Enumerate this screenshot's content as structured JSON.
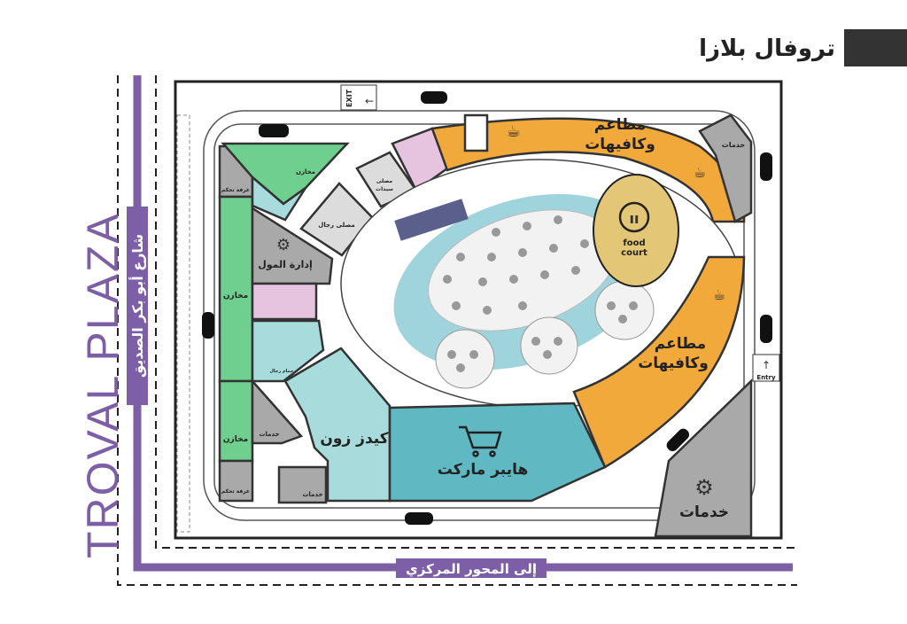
{
  "header": {
    "title": "تروفال بلازا"
  },
  "brand": "TROVAL PLAZA",
  "streets": {
    "left": "شارع أبو بكر الصديق",
    "bottom": "إلى المحور المركزي"
  },
  "gates": {
    "exit": "EXIT",
    "entry": "Entry"
  },
  "zones": {
    "restaurants_top": [
      "مطاعم",
      "وكافيهات"
    ],
    "restaurants_right": [
      "مطاعم",
      "وكافيهات"
    ],
    "services_top": "خدمات",
    "services_big": "خدمات",
    "services_left": "خدمات",
    "services_bottom": "خدمات",
    "storage_top": "مخازن",
    "storage_mid": "مخازن",
    "storage_bottom": "مخازن",
    "control_top": "غرفة تحكم",
    "control_bottom": "غرفة تحكم",
    "mall_admin": "إدارة المول",
    "men_prayer": "مصلى رجال",
    "women_prayer": [
      "مصلى",
      "سيدات"
    ],
    "mens_wc": "حمام رجال",
    "kids_zone": "كيدز زون",
    "hypermarket": "هايبر ماركت",
    "food_court": [
      "food",
      "court"
    ]
  },
  "colors": {
    "road": "#7c5fa6",
    "restaurant": "#f2a93b",
    "service": "#a9a9a9",
    "storage": "#6fcf8e",
    "teal": "#a8dcdc",
    "pink": "#e6c4e0",
    "prayer": "#dcdcdc",
    "food_court": "#e3c676",
    "pool": "#9fd4dc",
    "title_bar": "#333333"
  }
}
